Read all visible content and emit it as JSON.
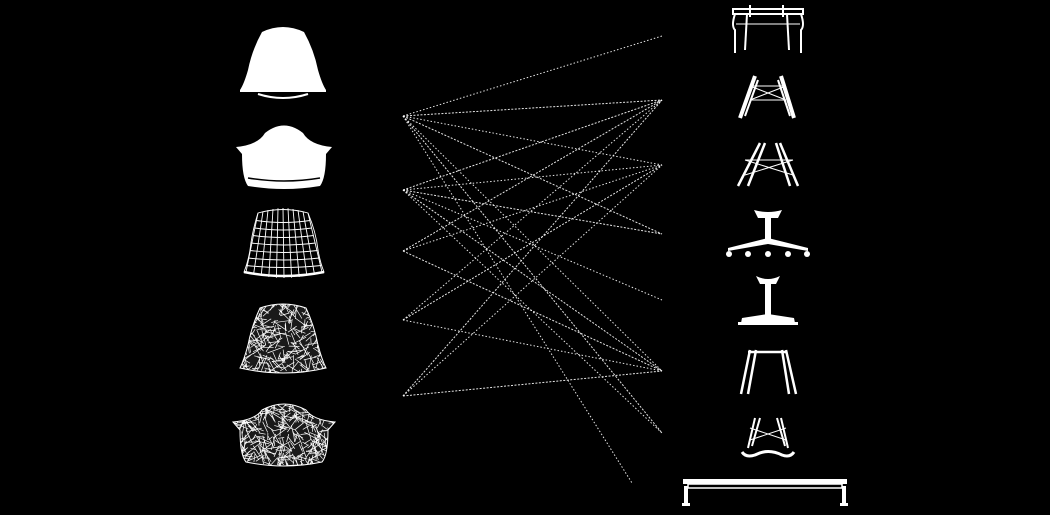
{
  "colors": {
    "background": "#000000",
    "foreground": "#ffffff"
  },
  "shells": [
    {
      "id": "side-chair-shell-plastic",
      "icon": "side-shell-solid-icon"
    },
    {
      "id": "armchair-shell-plastic",
      "icon": "arm-shell-solid-icon"
    },
    {
      "id": "wire-side-shell",
      "icon": "wire-shell-icon"
    },
    {
      "id": "fiberglass-side-shell",
      "icon": "fiber-side-shell-icon"
    },
    {
      "id": "fiberglass-arm-shell",
      "icon": "fiber-arm-shell-icon"
    }
  ],
  "bases": [
    {
      "id": "eiffel-base",
      "icon": "eiffel-base-icon"
    },
    {
      "id": "dowel-base",
      "icon": "dowel-base-icon"
    },
    {
      "id": "x-base",
      "icon": "x-base-icon"
    },
    {
      "id": "swivel-caster-base",
      "icon": "swivel-caster-base-icon"
    },
    {
      "id": "pedestal-base",
      "icon": "pedestal-base-icon"
    },
    {
      "id": "four-leg-base",
      "icon": "four-leg-base-icon"
    },
    {
      "id": "rocker-base",
      "icon": "rocker-base-icon"
    },
    {
      "id": "bench-base",
      "icon": "bench-base-icon"
    }
  ],
  "connections": [
    [
      0,
      0
    ],
    [
      0,
      1
    ],
    [
      0,
      2
    ],
    [
      0,
      3
    ],
    [
      0,
      5
    ],
    [
      0,
      6
    ],
    [
      0,
      7
    ],
    [
      1,
      1
    ],
    [
      1,
      2
    ],
    [
      1,
      3
    ],
    [
      1,
      4
    ],
    [
      1,
      5
    ],
    [
      1,
      6
    ],
    [
      2,
      1
    ],
    [
      2,
      2
    ],
    [
      2,
      5
    ],
    [
      3,
      1
    ],
    [
      3,
      2
    ],
    [
      3,
      5
    ],
    [
      4,
      1
    ],
    [
      4,
      2
    ],
    [
      4,
      5
    ]
  ]
}
